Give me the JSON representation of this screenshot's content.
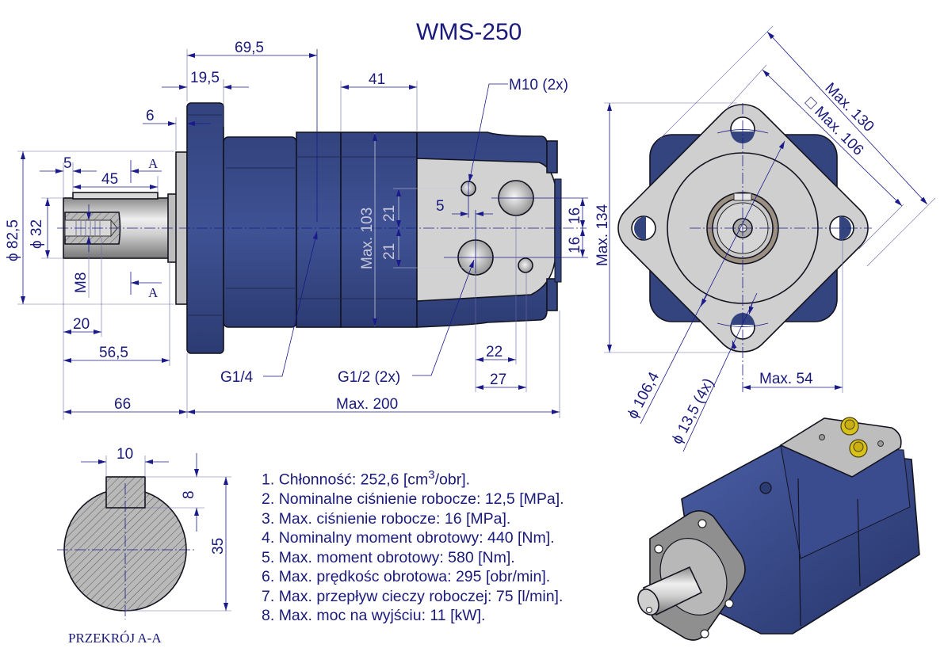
{
  "title": "WMS-250",
  "side_view": {
    "dimensions": {
      "d69_5": "69,5",
      "d19_5": "19,5",
      "d6": "6",
      "d41": "41",
      "d5_top": "5",
      "d45": "45",
      "section_marker": "A",
      "dia82_5": "ϕ 82,5",
      "dia32": "ϕ 32",
      "m8": "M8",
      "d20": "20",
      "d56_5": "56,5",
      "d66": "66",
      "max200": "Max.  200",
      "max103": "Max.  103",
      "d21_a": "21",
      "d21_b": "21",
      "d5_mid": "5",
      "d16_a": "16",
      "d16_b": "16",
      "max134": "Max.  134",
      "d22": "22",
      "d27": "27"
    },
    "callouts": {
      "m10": "M10 (2x)",
      "g1_4": "G1/4",
      "g1_2": "G1/2 (2x)"
    }
  },
  "front_view": {
    "dimensions": {
      "max130": "Max.  130",
      "max106": "□ Max.  106",
      "dia106_4": "ϕ 106,4",
      "dia13_5": "ϕ 13,5 (4x)",
      "max54": "Max.  54"
    }
  },
  "section": {
    "label": "PRZEKRÓJ A-A",
    "d10": "10",
    "d8": "8",
    "d35": "35"
  },
  "specs": [
    {
      "num": "1.",
      "text": "Chłonność: 252,6 [cm",
      "sup": "3",
      "tail": "/obr]."
    },
    {
      "num": "2.",
      "text": "Nominalne ciśnienie robocze: 12,5 [MPa]."
    },
    {
      "num": "3.",
      "text": "Max. ciśnienie robocze: 16 [MPa]."
    },
    {
      "num": "4.",
      "text": "Nominalny moment obrotowy: 440 [Nm]."
    },
    {
      "num": "5.",
      "text": "Max. moment obrotowy: 580 [Nm]."
    },
    {
      "num": "6.",
      "text": "Max. prędkośc obrotowa: 295 [obr/min]."
    },
    {
      "num": "7.",
      "text": "Max. przepływ cieczy roboczej: 75 [l/min]."
    },
    {
      "num": "8.",
      "text": "Max. moc na wyjściu: 11 [kW]."
    }
  ],
  "colors": {
    "ink": "#1a1a7a",
    "body_blue": "#3b4d8e",
    "metal_gray": "#cfcfcf",
    "fitting_yellow": "#d8c21a"
  }
}
